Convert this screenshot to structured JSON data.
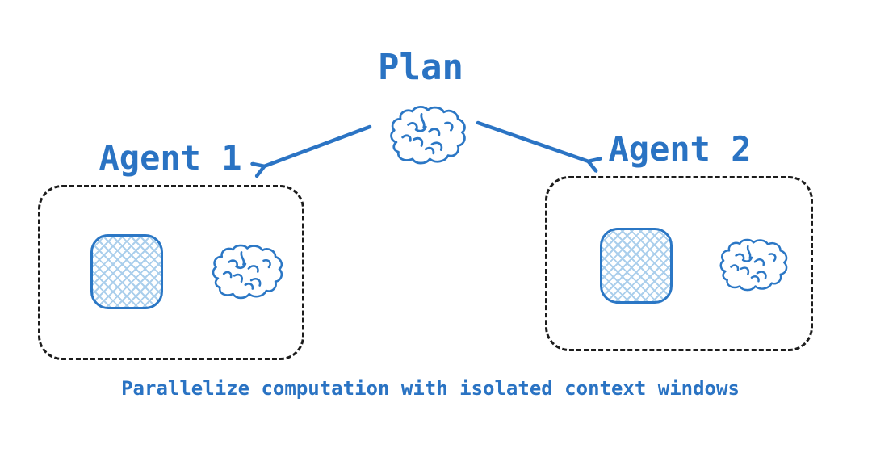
{
  "diagram": {
    "title": "Plan",
    "caption": "Parallelize computation with isolated context windows",
    "agents": [
      {
        "label": "Agent 1",
        "contents": [
          "context-window-box",
          "brain-icon"
        ]
      },
      {
        "label": "Agent 2",
        "contents": [
          "context-window-box",
          "brain-icon"
        ]
      }
    ],
    "plan_icon": "brain-icon",
    "arrows": [
      {
        "name": "arrow-plan-to-agent-1",
        "direction": "down-left"
      },
      {
        "name": "arrow-plan-to-agent-2",
        "direction": "down-right"
      }
    ],
    "colors": {
      "ink_blue": "#2a73c3",
      "stroke_blue": "#2b77c5",
      "hatch_blue": "#abcfec",
      "dash_black": "#1c1c1c",
      "background": "#ffffff"
    }
  }
}
